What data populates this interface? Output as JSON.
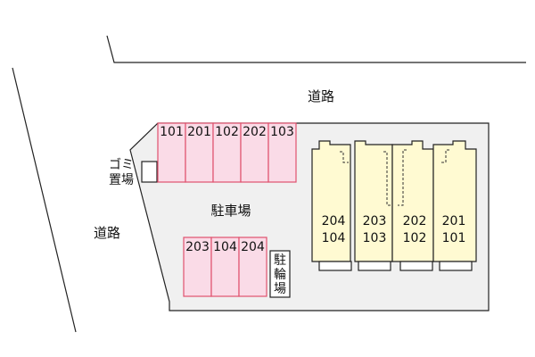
{
  "labels": {
    "road_top": "道路",
    "road_left": "道路",
    "parking": "駐車場",
    "garbage_line1": "ゴミ",
    "garbage_line2": "置場",
    "bicycle": [
      "駐",
      "輪",
      "場"
    ]
  },
  "parking_top": [
    "101",
    "201",
    "102",
    "202",
    "103"
  ],
  "parking_bottom": [
    "203",
    "104",
    "204"
  ],
  "units": [
    {
      "upper": "204",
      "lower": "104"
    },
    {
      "upper": "203",
      "lower": "103"
    },
    {
      "upper": "202",
      "lower": "102"
    },
    {
      "upper": "201",
      "lower": "101"
    }
  ],
  "colors": {
    "parking_fill": "#fadbe7",
    "parking_stroke": "#e0526e",
    "unit_fill": "#fffad2",
    "lot_fill": "#f0f0f0",
    "line": "#222222"
  }
}
